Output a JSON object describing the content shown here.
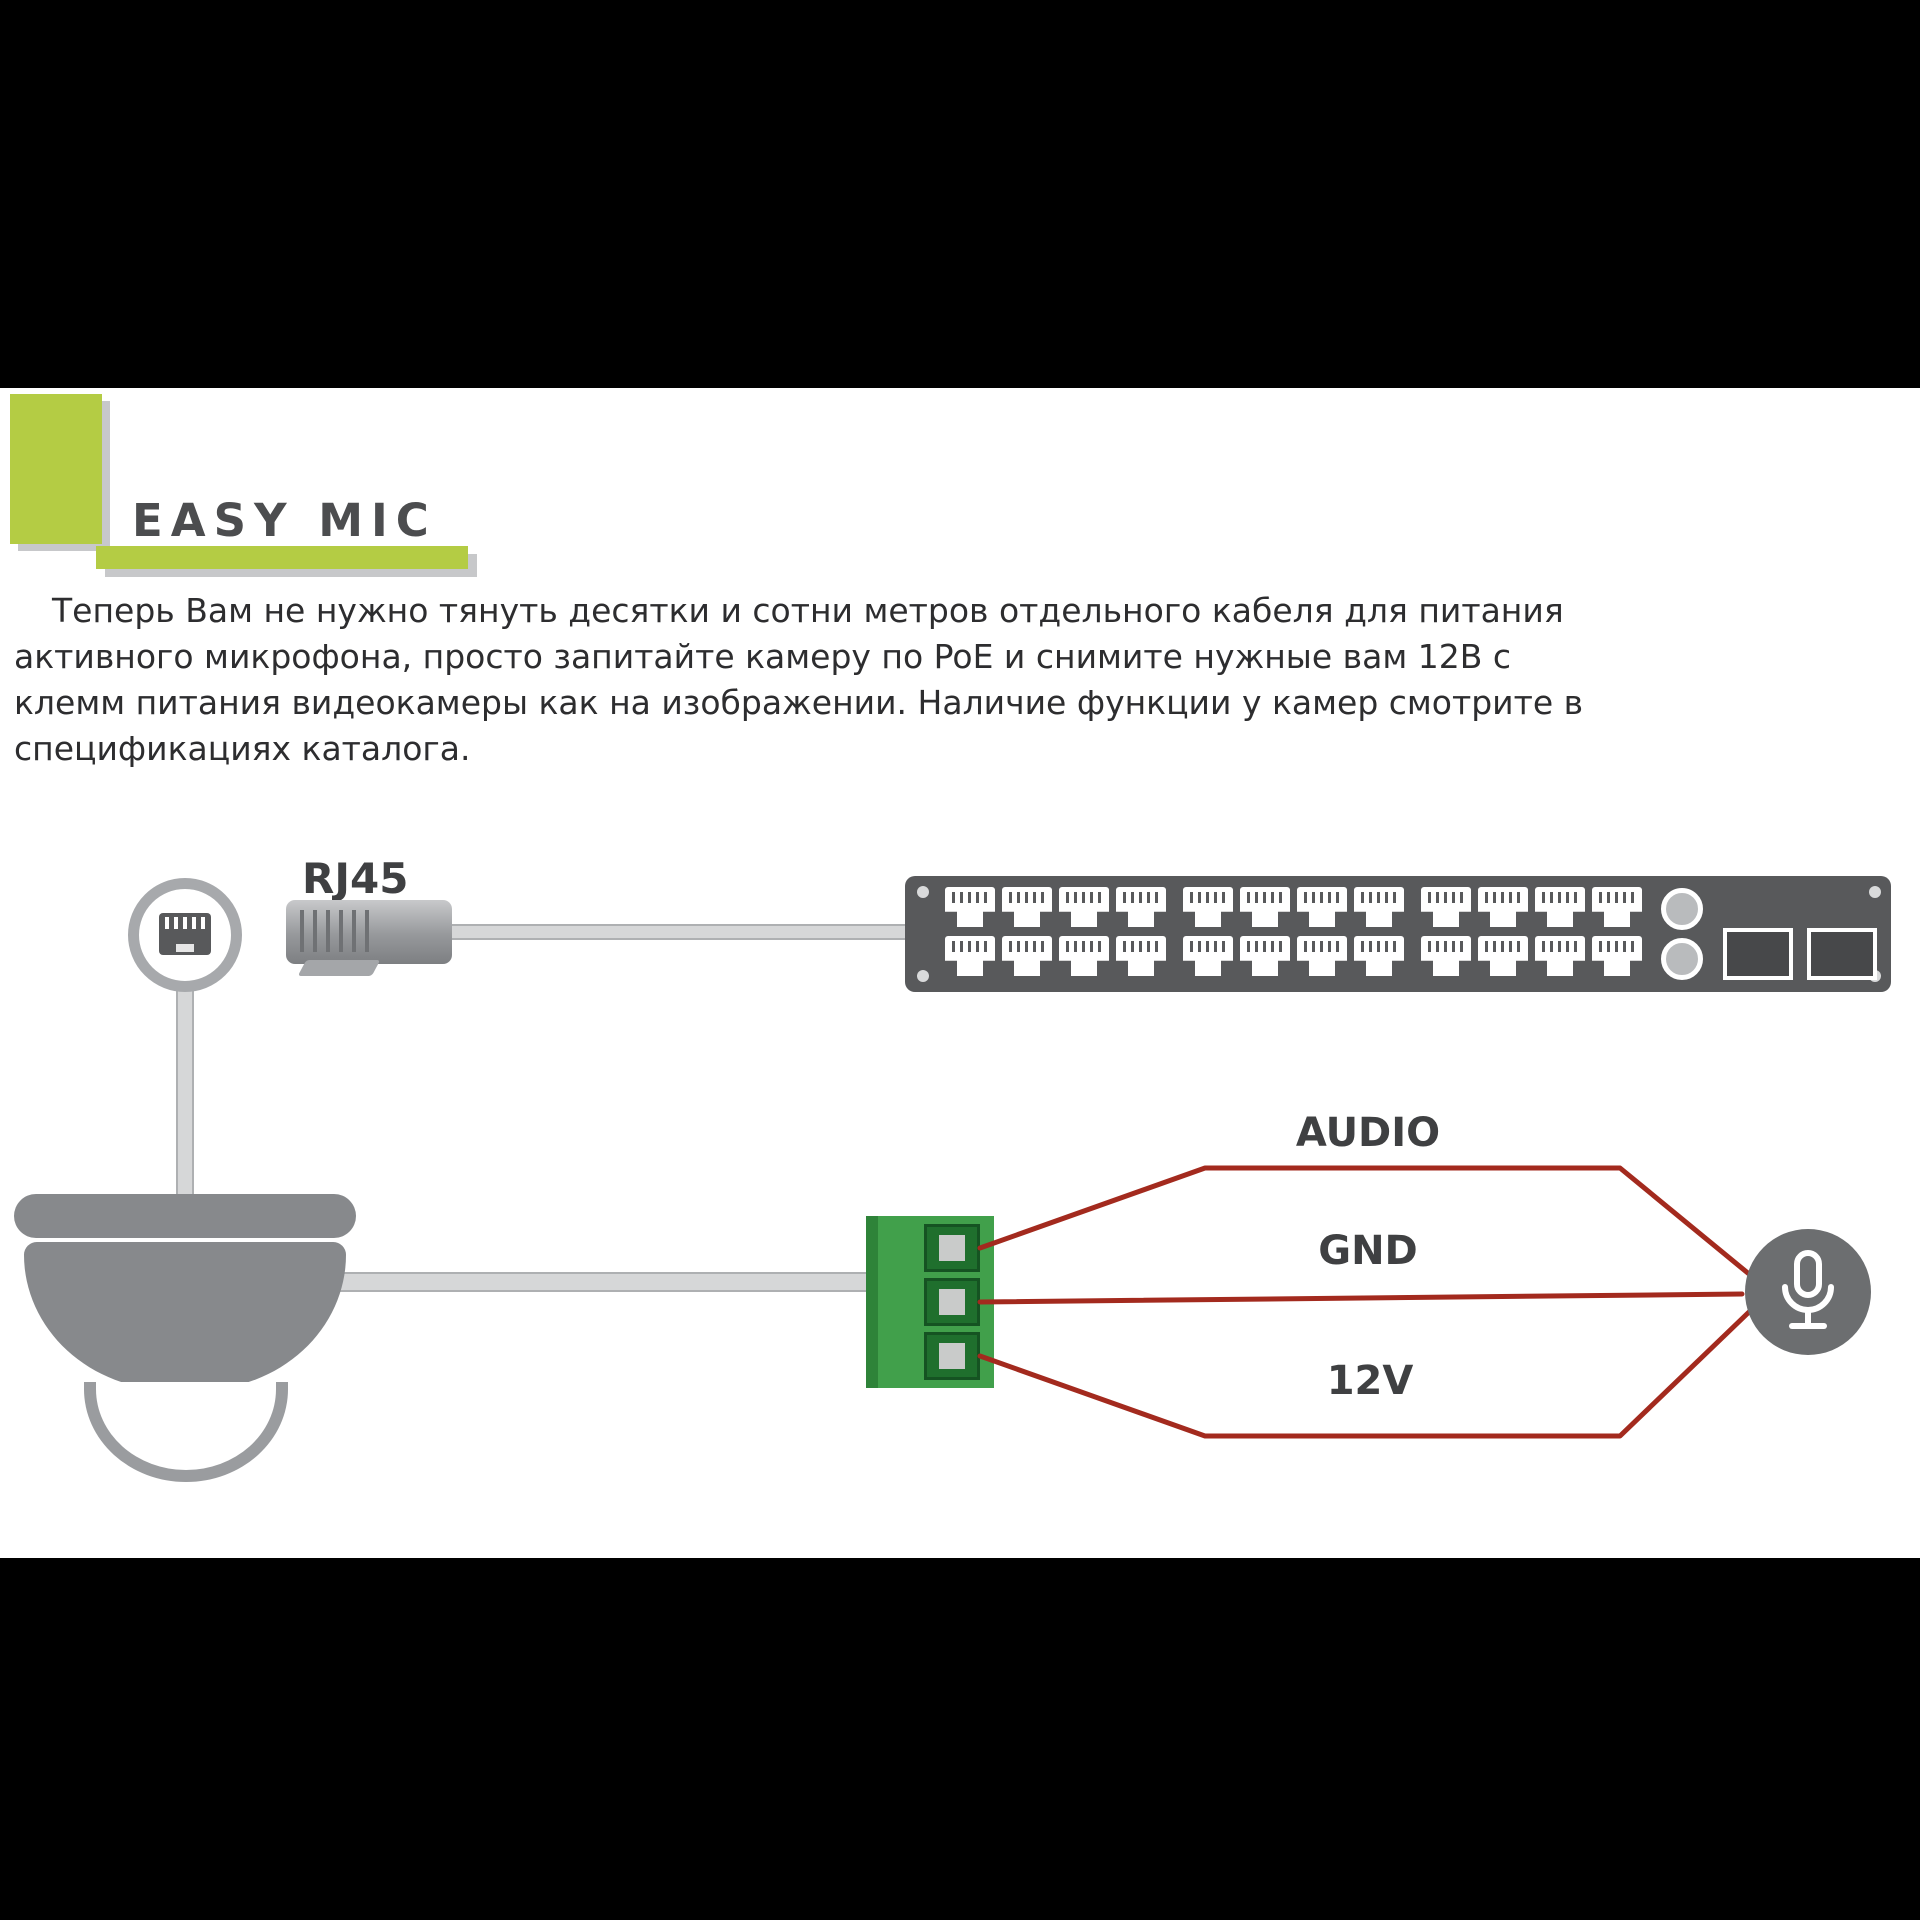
{
  "header": {
    "title": "EASY MIC"
  },
  "intro": {
    "lines": [
      "Теперь Вам не нужно тянуть десятки и сотни метров отдельного кабеля для питания",
      "активного микрофона, просто запитайте камеру по PoE и снимите нужные вам 12В с",
      "клемм питания видеокамеры как на изображении. Наличие функции у камер смотрите в",
      "спецификациях каталога."
    ]
  },
  "diagram": {
    "rj45_label": "RJ45",
    "labels": {
      "audio": "AUDIO",
      "gnd": "GND",
      "v12": "12V"
    },
    "switch": {
      "port_groups": 3,
      "ports_per_group": 8,
      "total_ports": 24
    }
  },
  "colors": {
    "accent_green": "#b4cc44",
    "wire_red": "#a32a1e",
    "switch_gray": "#58595b",
    "camera_gray": "#87898c",
    "cable_gray": "#d6d7d8",
    "terminal_green": "#41a04b",
    "mic_gray": "#6c6e70",
    "text": "#2d2d2f"
  }
}
